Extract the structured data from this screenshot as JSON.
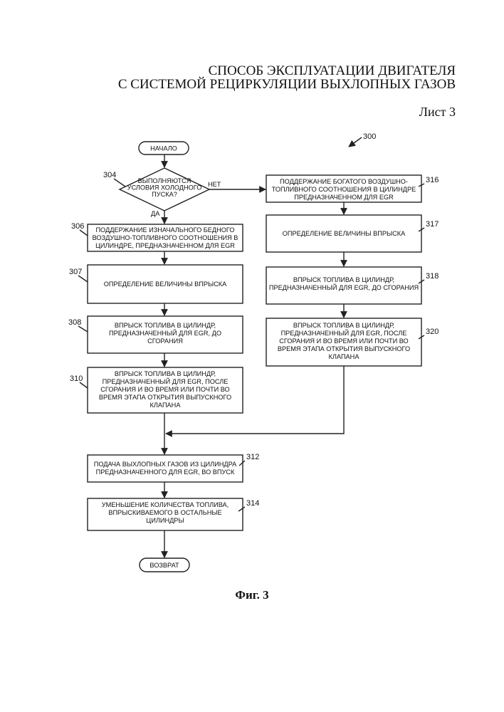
{
  "header": {
    "title_line1": "СПОСОБ ЭКСПЛУАТАЦИИ ДВИГАТЕЛЯ",
    "title_line2": "С СИСТЕМОЙ РЕЦИРКУЛЯЦИИ ВЫХЛОПНЫХ ГАЗОВ",
    "sheet": "Лист 3"
  },
  "figure_ref": "300",
  "nodes": {
    "start": "НАЧАЛО",
    "d304": [
      "ВЫПОЛНЯЮТСЯ",
      "УСЛОВИЯ ХОЛОДНОГО",
      "ПУСКА?"
    ],
    "yes": "ДА",
    "no": "НЕТ",
    "b306": [
      "ПОДДЕРЖАНИЕ ИЗНАЧАЛЬНОГО БЕДНОГО",
      "ВОЗДУШНО-ТОПЛИВНОГО СООТНОШЕНИЯ В",
      "ЦИЛИНДРЕ, ПРЕДНАЗНАЧЕННОМ ДЛЯ EGR"
    ],
    "b307": [
      "ОПРЕДЕЛЕНИЕ ВЕЛИЧИНЫ ВПРЫСКА"
    ],
    "b308": [
      "ВПРЫСК ТОПЛИВА В ЦИЛИНДР,",
      "ПРЕДНАЗНАЧЕННЫЙ ДЛЯ EGR, ДО",
      "СГОРАНИЯ"
    ],
    "b310": [
      "ВПРЫСК ТОПЛИВА В ЦИЛИНДР,",
      "ПРЕДНАЗНАЧЕННЫЙ ДЛЯ EGR, ПОСЛЕ",
      "СГОРАНИЯ И ВО ВРЕМЯ ИЛИ ПОЧТИ ВО",
      "ВРЕМЯ ЭТАПА ОТКРЫТИЯ ВЫПУСКНОГО",
      "КЛАПАНА"
    ],
    "b312": [
      "ПОДАЧА ВЫХЛОПНЫХ ГАЗОВ ИЗ ЦИЛИНДРА",
      "ПРЕДНАЗНАЧЕННОГО ДЛЯ EGR, ВО ВПУСК"
    ],
    "b314": [
      "УМЕНЬШЕНИЕ КОЛИЧЕСТВА ТОПЛИВА,",
      "ВПРЫСКИВАЕМОГО В ОСТАЛЬНЫЕ",
      "ЦИЛИНДРЫ"
    ],
    "b316": [
      "ПОДДЕРЖАНИЕ БОГАТОГО ВОЗДУШНО-",
      "ТОПЛИВНОГО СООТНОШЕНИЯ В ЦИЛИНДРЕ",
      "ПРЕДНАЗНАЧЕННОМ ДЛЯ EGR"
    ],
    "b317": [
      "ОПРЕДЕЛЕНИЕ ВЕЛИЧИНЫ ВПРЫСКА"
    ],
    "b318": [
      "ВПРЫСК ТОПЛИВА В ЦИЛИНДР,",
      "ПРЕДНАЗНАЧЕННЫЙ ДЛЯ EGR, ДО СГОРАНИЯ"
    ],
    "b320": [
      "ВПРЫСК ТОПЛИВА В ЦИЛИНДР,",
      "ПРЕДНАЗНАЧЕННЫЙ ДЛЯ EGR, ПОСЛЕ",
      "СГОРАНИЯ И ВО ВРЕМЯ ИЛИ ПОЧТИ ВО",
      "ВРЕМЯ ЭТАПА ОТКРЫТИЯ ВЫПУСКНОГО",
      "КЛАПАНА"
    ],
    "end": "ВОЗВРАТ"
  },
  "refs": {
    "r304": "304",
    "r306": "306",
    "r307": "307",
    "r308": "308",
    "r310": "310",
    "r312": "312",
    "r314": "314",
    "r316": "316",
    "r317": "317",
    "r318": "318",
    "r320": "320"
  },
  "caption": "Фиг. 3"
}
